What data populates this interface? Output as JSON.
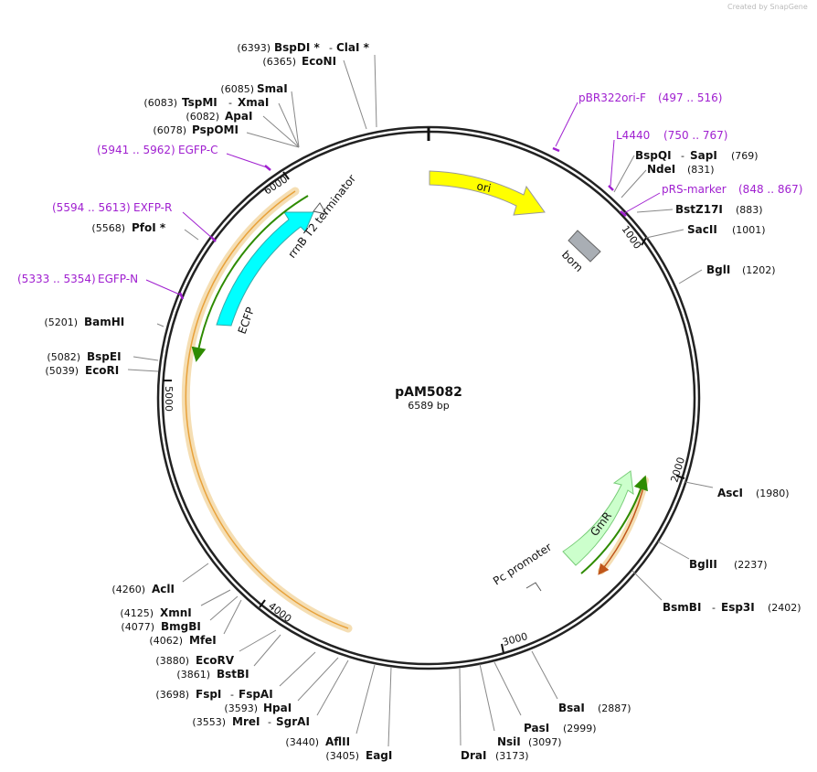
{
  "credit": "Created by SnapGene",
  "plasmid": {
    "name": "pAM5082",
    "length": "6589 bp"
  },
  "ticks": [
    "1000",
    "2000",
    "3000",
    "4000",
    "5000",
    "6000"
  ],
  "features": {
    "ori": "ori",
    "bom": "bom",
    "ecfp": "ECFP",
    "rrnb": "rrnB T2 terminator",
    "gmr": "GmR",
    "pc": "Pc promoter"
  },
  "sites": [
    {
      "id": "bspdi",
      "pos": "(6393)",
      "name": "BspDI *",
      "sep": "-",
      "name2": "ClaI *"
    },
    {
      "id": "econi",
      "pos": "(6365)",
      "name": "EcoNI"
    },
    {
      "id": "smai",
      "pos": "(6085)",
      "name": "SmaI"
    },
    {
      "id": "tspmi",
      "pos": "(6083)",
      "name": "TspMI",
      "sep": "-",
      "name2": "XmaI"
    },
    {
      "id": "apai",
      "pos": "(6082)",
      "name": "ApaI"
    },
    {
      "id": "pspomi",
      "pos": "(6078)",
      "name": "PspOMI"
    },
    {
      "id": "pfoi",
      "pos": "(5568)",
      "name": "PfoI *"
    },
    {
      "id": "bamhi",
      "pos": "(5201)",
      "name": "BamHI"
    },
    {
      "id": "bspei",
      "pos": "(5082)",
      "name": "BspEI"
    },
    {
      "id": "ecori",
      "pos": "(5039)",
      "name": "EcoRI"
    },
    {
      "id": "acli",
      "pos": "(4260)",
      "name": "AclI"
    },
    {
      "id": "xmni",
      "pos": "(4125)",
      "name": "XmnI"
    },
    {
      "id": "bmgbi",
      "pos": "(4077)",
      "name": "BmgBI"
    },
    {
      "id": "mfei",
      "pos": "(4062)",
      "name": "MfeI"
    },
    {
      "id": "ecorv",
      "pos": "(3880)",
      "name": "EcoRV"
    },
    {
      "id": "bstbi",
      "pos": "(3861)",
      "name": "BstBI"
    },
    {
      "id": "fspi",
      "pos": "(3698)",
      "name": "FspI",
      "sep": "-",
      "name2": "FspAI"
    },
    {
      "id": "hpai",
      "pos": "(3593)",
      "name": "HpaI"
    },
    {
      "id": "mrei",
      "pos": "(3553)",
      "name": "MreI",
      "sep": "-",
      "name2": "SgrAI"
    },
    {
      "id": "aflii",
      "pos": "(3440)",
      "name": "AflII"
    },
    {
      "id": "eagi",
      "pos": "(3405)",
      "name": "EagI"
    },
    {
      "id": "drai",
      "pos": "(3173)",
      "name": "DraI"
    },
    {
      "id": "nsii",
      "pos": "(3097)",
      "name": "NsiI"
    },
    {
      "id": "pasi",
      "pos": "(2999)",
      "name": "PasI"
    },
    {
      "id": "bsai",
      "pos": "(2887)",
      "name": "BsaI"
    },
    {
      "id": "bsmbi",
      "pos": "(2402)",
      "name": "BsmBI",
      "sep": "-",
      "name2": "Esp3I"
    },
    {
      "id": "bglii",
      "pos": "(2237)",
      "name": "BglII"
    },
    {
      "id": "asci",
      "pos": "(1980)",
      "name": "AscI"
    },
    {
      "id": "bgli",
      "pos": "(1202)",
      "name": "BglI"
    },
    {
      "id": "sacii",
      "pos": "(1001)",
      "name": "SacII"
    },
    {
      "id": "bstz17i",
      "pos": "(883)",
      "name": "BstZ17I"
    },
    {
      "id": "ndei",
      "pos": "(831)",
      "name": "NdeI"
    },
    {
      "id": "bspqi",
      "pos": "(769)",
      "name": "BspQI",
      "sep": "-",
      "name2": "SapI"
    }
  ],
  "primers": [
    {
      "id": "pbr322",
      "name": "pBR322ori-F",
      "range": "(497 .. 516)"
    },
    {
      "id": "l4440",
      "name": "L4440",
      "range": "(750 .. 767)"
    },
    {
      "id": "prs",
      "name": "pRS-marker",
      "range": "(848 .. 867)"
    },
    {
      "id": "egfpc",
      "name": "EGFP-C",
      "range": "(5941 .. 5962)"
    },
    {
      "id": "exfpr",
      "name": "EXFP-R",
      "range": "(5594 .. 5613)"
    },
    {
      "id": "egfpn",
      "name": "EGFP-N",
      "range": "(5333 .. 5354)"
    }
  ],
  "colors": {
    "ori": "#ffff00",
    "ecfp": "#00ffff",
    "gmr": "#ccffcc",
    "bom": "#a9aeb4",
    "primer": "#a020d0",
    "orf_fill": "#f5deb3",
    "orf_outline": "#e8a13a",
    "orf_line": "#2e8b00"
  }
}
